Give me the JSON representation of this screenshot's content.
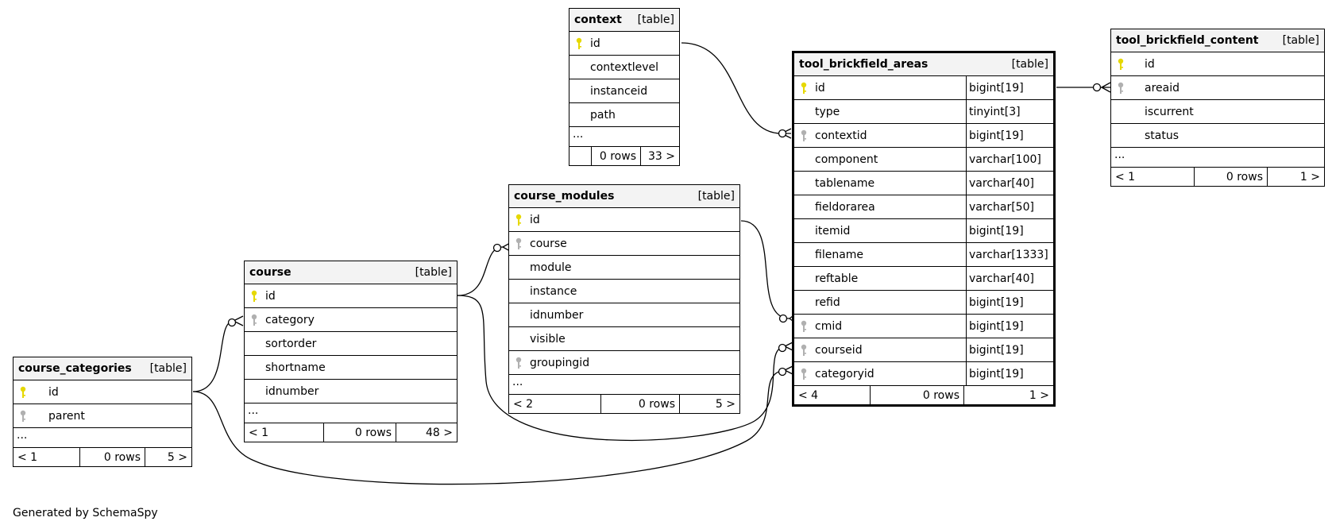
{
  "footer": {
    "generated": "Generated by SchemaSpy"
  },
  "tables": {
    "context": {
      "name": "context",
      "type": "[table]",
      "columns": [
        "id",
        "contextlevel",
        "instanceid",
        "path"
      ],
      "more": "...",
      "foot": [
        "",
        "0 rows",
        "33 >"
      ]
    },
    "tool_brickfield_areas": {
      "name": "tool_brickfield_areas",
      "type": "[table]",
      "columns": [
        {
          "name": "id",
          "type": "bigint[19]"
        },
        {
          "name": "type",
          "type": "tinyint[3]"
        },
        {
          "name": "contextid",
          "type": "bigint[19]"
        },
        {
          "name": "component",
          "type": "varchar[100]"
        },
        {
          "name": "tablename",
          "type": "varchar[40]"
        },
        {
          "name": "fieldorarea",
          "type": "varchar[50]"
        },
        {
          "name": "itemid",
          "type": "bigint[19]"
        },
        {
          "name": "filename",
          "type": "varchar[1333]"
        },
        {
          "name": "reftable",
          "type": "varchar[40]"
        },
        {
          "name": "refid",
          "type": "bigint[19]"
        },
        {
          "name": "cmid",
          "type": "bigint[19]"
        },
        {
          "name": "courseid",
          "type": "bigint[19]"
        },
        {
          "name": "categoryid",
          "type": "bigint[19]"
        }
      ],
      "foot": [
        "< 4",
        "0 rows",
        "1 >"
      ]
    },
    "tool_brickfield_content": {
      "name": "tool_brickfield_content",
      "type": "[table]",
      "columns": [
        "id",
        "areaid",
        "iscurrent",
        "status"
      ],
      "more": "...",
      "foot": [
        "< 1",
        "0 rows",
        "1 >"
      ]
    },
    "course_modules": {
      "name": "course_modules",
      "type": "[table]",
      "columns": [
        "id",
        "course",
        "module",
        "instance",
        "idnumber",
        "visible",
        "groupingid"
      ],
      "more": "...",
      "foot": [
        "< 2",
        "0 rows",
        "5 >"
      ]
    },
    "course": {
      "name": "course",
      "type": "[table]",
      "columns": [
        "id",
        "category",
        "sortorder",
        "shortname",
        "idnumber"
      ],
      "more": "...",
      "foot": [
        "< 1",
        "0 rows",
        "48 >"
      ]
    },
    "course_categories": {
      "name": "course_categories",
      "type": "[table]",
      "columns": [
        "id",
        "parent"
      ],
      "more": "...",
      "foot": [
        "< 1",
        "0 rows",
        "5 >"
      ]
    }
  },
  "colors": {
    "primary_key": "#e6d800",
    "foreign_key": "#b0b0b0",
    "header_bg": "#f3f3f3"
  }
}
